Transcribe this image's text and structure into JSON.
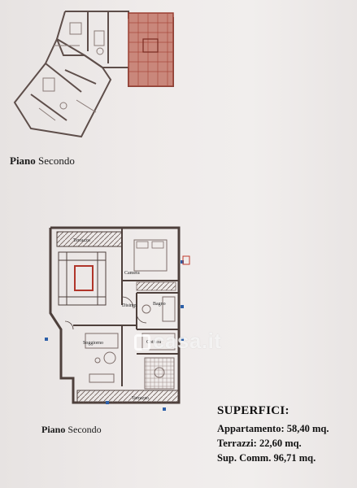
{
  "top_plan": {
    "caption_bold": "Piano",
    "caption_rest": " Secondo"
  },
  "main_plan": {
    "caption_bold": "Piano",
    "caption_rest": " Secondo",
    "rooms": {
      "terrazzo_top": "Terrazzo",
      "camera": "Camera",
      "disimpegno": "Disimp.",
      "bagno": "Bagno",
      "soggiorno": "Soggiorno",
      "cottura": "Cottura",
      "terrazzo_bottom": "Terrazzo"
    }
  },
  "surfaces": {
    "title": "SUPERFICI:",
    "apartment": "Appartamento: 58,40 mq.",
    "terraces": "Terrazzi: 22,60 mq.",
    "commercial": "Sup. Comm. 96,71 mq."
  },
  "watermark": "casa.it",
  "colors": {
    "highlight": "#b6584a",
    "wall": "#6b5a55"
  }
}
